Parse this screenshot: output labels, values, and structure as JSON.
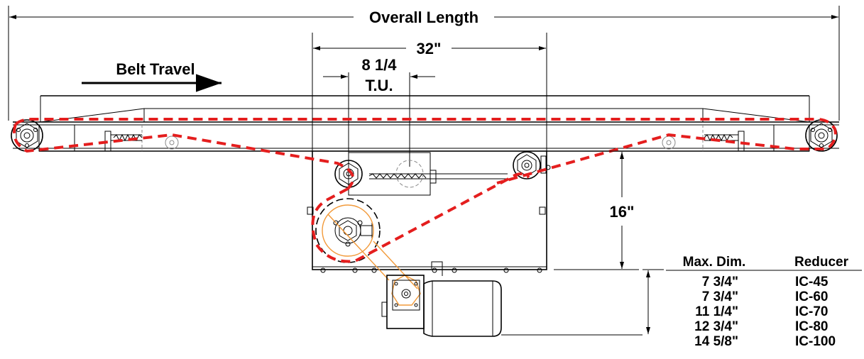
{
  "dimensions": {
    "overall_length": "Overall Length",
    "span_32": "32\"",
    "takeup_value": "8 1/4",
    "takeup_unit": "T.U.",
    "height_16": "16\""
  },
  "labels": {
    "belt_travel": "Belt Travel"
  },
  "reducer_table": {
    "header_dim": "Max. Dim.",
    "header_reducer": "Reducer",
    "rows": [
      {
        "dim": "7 3/4\"",
        "reducer": "IC-45"
      },
      {
        "dim": "7 3/4\"",
        "reducer": "IC-60"
      },
      {
        "dim": "11 1/4\"",
        "reducer": "IC-70"
      },
      {
        "dim": "12 3/4\"",
        "reducer": "IC-80"
      },
      {
        "dim": "14 5/8\"",
        "reducer": "IC-100"
      }
    ]
  },
  "colors": {
    "belt_path": "#e41e1e",
    "drive_chain": "#f29a3a",
    "line": "#000000"
  }
}
